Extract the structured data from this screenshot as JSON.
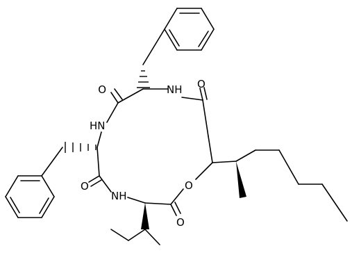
{
  "atom_labels": {
    "o_ketone_upper_left": "O",
    "o_ketone_upper_right": "O",
    "nh_upper": "NH",
    "hn_left": "HN",
    "o_ketone_lower_left": "O",
    "nh_lower": "NH",
    "o_ring_ester": "O",
    "o_ester_carbonyl": "O"
  },
  "colors": {
    "bond": "#000000",
    "label": "#000000",
    "background": "#ffffff"
  }
}
